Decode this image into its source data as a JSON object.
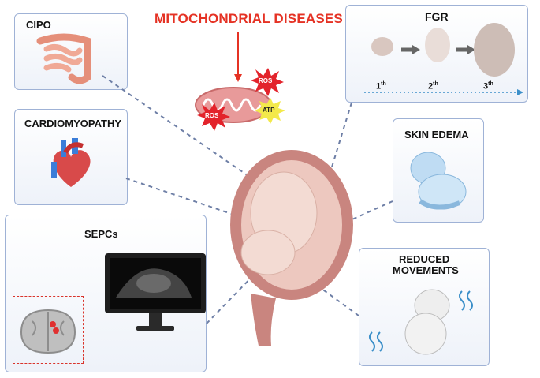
{
  "title": "MITOCHONDRIAL DISEASES",
  "panels": {
    "cipo": "CIPO",
    "cardio": "CARDIOMYOPATHY",
    "sepcs": "SEPCs",
    "fgr": "FGR",
    "skin": "SKIN EDEMA",
    "reduced_line1": "REDUCED",
    "reduced_line2": "MOVEMENTS"
  },
  "trimesters": [
    {
      "num": "1",
      "sup": "th"
    },
    {
      "num": "2",
      "sup": "th"
    },
    {
      "num": "3",
      "sup": "th"
    }
  ],
  "badges": {
    "ros1": "ROS",
    "ros2": "ROS",
    "atp": "ATP"
  },
  "colors": {
    "title": "#e53224",
    "panel_border": "#9fb2d6",
    "dash": "#6e7fa6"
  }
}
